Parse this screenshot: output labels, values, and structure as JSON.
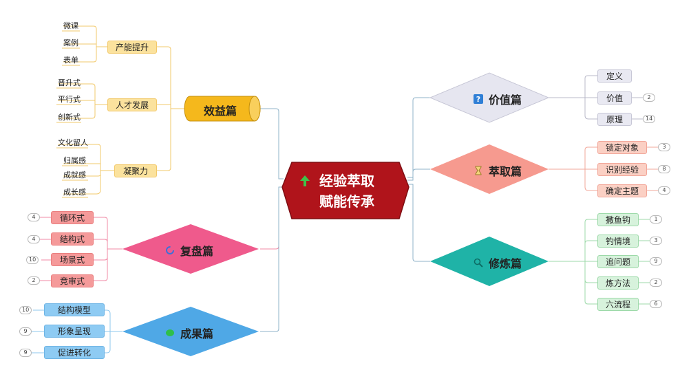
{
  "center": {
    "line1": "经验萃取",
    "line2": "赋能传承"
  },
  "branches": {
    "xiaoyi": {
      "title": "效益篇",
      "groups": [
        {
          "label": "产能提升",
          "items": [
            "微课",
            "案例",
            "表单"
          ]
        },
        {
          "label": "人才发展",
          "items": [
            "晋升式",
            "平行式",
            "创新式"
          ]
        },
        {
          "label": "凝聚力",
          "items": [
            "文化留人",
            "归属感",
            "成就感",
            "成长感"
          ]
        }
      ]
    },
    "fupan": {
      "title": "复盘篇",
      "items": [
        {
          "label": "循环式",
          "count": "4"
        },
        {
          "label": "结构式",
          "count": "4"
        },
        {
          "label": "场景式",
          "count": "10"
        },
        {
          "label": "竞审式",
          "count": "2"
        }
      ]
    },
    "chengguo": {
      "title": "成果篇",
      "items": [
        {
          "label": "结构模型",
          "count": "10"
        },
        {
          "label": "形象呈现",
          "count": "9"
        },
        {
          "label": "促进转化",
          "count": "9"
        }
      ]
    },
    "jiazhi": {
      "title": "价值篇",
      "items": [
        {
          "label": "定义",
          "count": ""
        },
        {
          "label": "价值",
          "count": "2"
        },
        {
          "label": "原理",
          "count": "14"
        }
      ]
    },
    "cuiqu": {
      "title": "萃取篇",
      "items": [
        {
          "label": "锁定对象",
          "count": "3"
        },
        {
          "label": "识别经验",
          "count": "8"
        },
        {
          "label": "确定主题",
          "count": "4"
        }
      ]
    },
    "xiulian": {
      "title": "修炼篇",
      "items": [
        {
          "label": "撒鱼钩",
          "count": "1"
        },
        {
          "label": "钓情境",
          "count": "3"
        },
        {
          "label": "追问题",
          "count": "9"
        },
        {
          "label": "炼方法",
          "count": "2"
        },
        {
          "label": "六流程",
          "count": "6"
        }
      ]
    }
  },
  "colors": {
    "center_fill": "#b0141b",
    "center_stroke": "#7e0e13",
    "xiaoyi": "#f5b81c",
    "xiaoyi_sub": "#fbe29d",
    "xiaoyi_line": "#f2c96b",
    "fupan": "#ef5a8c",
    "fupan_sub": "#f59a9a",
    "fupan_line": "#f08aa5",
    "chengguo": "#4fa8e6",
    "chengguo_sub": "#8ecbf3",
    "chengguo_line": "#8ec7ee",
    "jiazhi": "#e6e6f0",
    "jiazhi_sub": "#e9e9f2",
    "jiazhi_line": "#b8b8c8",
    "cuiqu": "#f69a8f",
    "cuiqu_sub": "#fbd0c4",
    "cuiqu_line": "#f2a79a",
    "xiulian": "#1fb3a7",
    "xiulian_sub": "#d7f2dc",
    "xiulian_line": "#9cd9a8",
    "main_line": "#8fb3c9"
  },
  "icons": {
    "center": "up-arrow-icon",
    "jiazhi": "question-mark-icon",
    "cuiqu": "hourglass-icon",
    "xiulian": "magnifier-icon",
    "fupan": "refresh-icon",
    "chengguo": "green-dot-icon"
  }
}
